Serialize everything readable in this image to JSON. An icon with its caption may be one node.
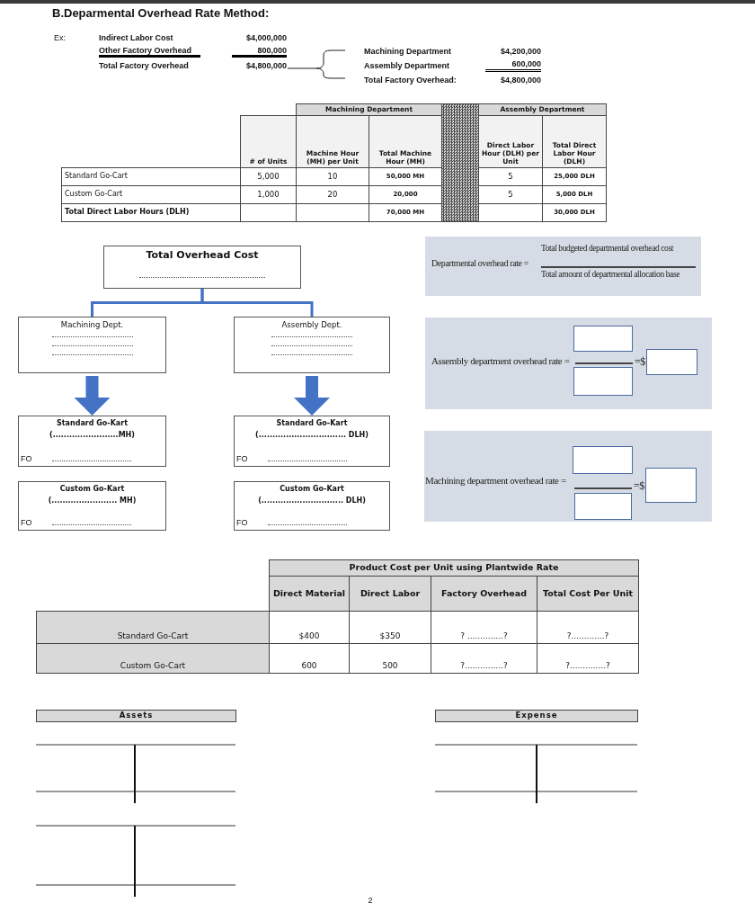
{
  "diagram": {
    "title": "B.Deparmental Overhead Rate Method:",
    "nodes": [
      {
        "text": [
          "Total Overhead Cost"
        ]
      },
      {
        "text": [
          "Machining Dept."
        ]
      },
      {
        "text": [
          "Assembly Dept."
        ]
      },
      {
        "text": [
          "Standard Go-Kart",
          "(........................MH)",
          "FO"
        ]
      },
      {
        "text": [
          "Custom Go-Kart",
          "(........................ MH)",
          "FO"
        ]
      },
      {
        "text": [
          "Standard Go-Kart",
          "(................................ DLH)",
          "FO"
        ]
      },
      {
        "text": [
          "Custom Go-Kart",
          "(.............................. DLH)",
          "FO"
        ]
      },
      {
        "text": [
          "Departmental overhead rate =",
          "Total budgeted departmental overhead cost",
          "Total amount of departmental allocation base"
        ]
      },
      {
        "text": [
          "Assembly department overhead rate =",
          "=$"
        ]
      },
      {
        "text": [
          "Machining department overhead rate =",
          "=$"
        ]
      }
    ],
    "edges": [
      {
        "from": 0,
        "to": 1,
        "arrow": "none"
      },
      {
        "from": 0,
        "to": 2,
        "arrow": "none"
      },
      {
        "from": 1,
        "to": 3,
        "arrow": "to",
        "style": "thick"
      },
      {
        "from": 2,
        "to": 5,
        "arrow": "to",
        "style": "thick"
      }
    ],
    "labels": [
      "Ex:",
      "Indirect Labor Cost",
      "$4,000,000",
      "Other Factory Overhead",
      "800,000",
      "Total Factory Overhead",
      "$4,800,000",
      "Machining Department",
      "$4,200,000",
      "Assembly Department",
      "600,000",
      "Total Factory Overhead:",
      "$4,800,000",
      "Machining Department",
      "Assembly Department",
      "# of Units",
      "Machine Hour (MH) per Unit",
      "Total Machine Hour (MH)",
      "Direct Labor Hour (DLH) per Unit",
      "Total Direct Labor Hour (DLH)",
      "Standard Go-Cart",
      "5,000",
      "10",
      "50,000 MH",
      "5",
      "25,000 DLH",
      "Custom Go-Cart",
      "1,000",
      "20",
      "20,000",
      "5",
      "5,000 DLH",
      "Total Direct Labor Hours (DLH)",
      "70,000 MH",
      "30,000 DLH",
      "Product Cost per Unit using Plantwide Rate",
      "Direct Material",
      "Direct Labor",
      "Factory Overhead",
      "Total Cost Per Unit",
      "Standard Go-Cart",
      "$400",
      "$350",
      "? ..............?",
      "?.............?",
      "Custom Go-Cart",
      "600",
      "500",
      "?...............?",
      "?..............?",
      "Assets",
      "Expense",
      "2"
    ]
  }
}
